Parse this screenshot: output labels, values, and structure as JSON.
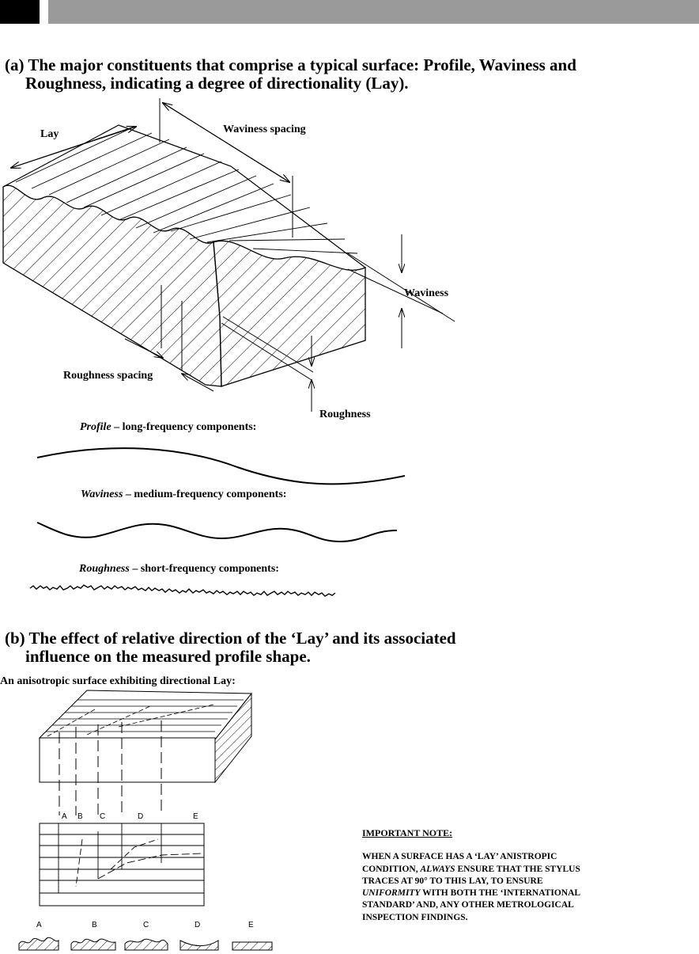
{
  "heading_a": {
    "line1": "(a) The major constituents that comprise a typical surface: Profile, Waviness and",
    "line2": "Roughness, indicating a degree of directionality (Lay)."
  },
  "diagram_a_labels": {
    "lay": "Lay",
    "waviness_spacing": "Waviness spacing",
    "waviness": "Waviness",
    "roughness_spacing": "Roughness spacing",
    "roughness": "Roughness"
  },
  "components": [
    {
      "name": "Profile",
      "desc": " – long-frequency components:"
    },
    {
      "name": "Waviness",
      "desc": " – medium-frequency components:"
    },
    {
      "name": "Roughness",
      "desc": " – short-frequency components:"
    }
  ],
  "heading_b": {
    "line1": "(b) The effect of relative direction of the ‘Lay’ and its associated",
    "line2": "influence on the measured profile shape."
  },
  "subheading_b": "An anisotropic surface exhibiting directional Lay:",
  "trace_letters": [
    "A",
    "B",
    "C",
    "D",
    "E"
  ],
  "note": {
    "title": "IMPORTANT NOTE:",
    "p1": "WHEN A  SURFACE HAS A  ‘LAY’ ANISTROPIC CONDITION, ",
    "em1": "ALWAYS",
    "p2": " ENSURE THAT THE STYLUS TRACES AT 90° TO THIS LAY, TO ENSURE ",
    "em2": "UNIFORMITY",
    "p3": " WITH BOTH THE ‘INTERNATIONAL STANDARD’ AND, ANY OTHER METROLOGICAL INSPECTION FINDINGS."
  }
}
